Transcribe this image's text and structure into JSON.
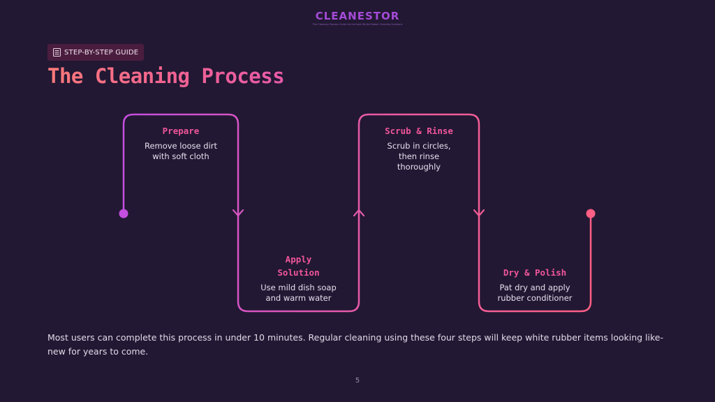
{
  "brand": {
    "name": "CLEANESTOR",
    "tagline": "The Cleaning Process Guide for the best White Rubber Cleaning Solutions"
  },
  "badge": {
    "label": "STEP-BY-STEP GUIDE",
    "icon": "document-list-icon"
  },
  "title": "The Cleaning Process",
  "steps": [
    {
      "title": "Prepare",
      "desc_lines": [
        "Remove loose dirt",
        "with soft cloth"
      ]
    },
    {
      "title_lines": [
        "Apply",
        "Solution"
      ],
      "desc_lines": [
        "Use mild dish soap",
        "and warm water"
      ]
    },
    {
      "title": "Scrub & Rinse",
      "desc_lines": [
        "Scrub in circles,",
        "then rinse",
        "thoroughly"
      ]
    },
    {
      "title": "Dry & Polish",
      "desc_lines": [
        "Pat dry and apply",
        "rubber conditioner"
      ]
    }
  ],
  "footer": "Most users can complete this process in under 10 minutes. Regular cleaning using these four steps will keep white rubber items looking like-new for years to come.",
  "page_number": "5",
  "colors": {
    "background": "#221833",
    "accent_pink": "#f0559a",
    "accent_purple": "#c94fd8",
    "accent_coral": "#ff7a7a"
  }
}
